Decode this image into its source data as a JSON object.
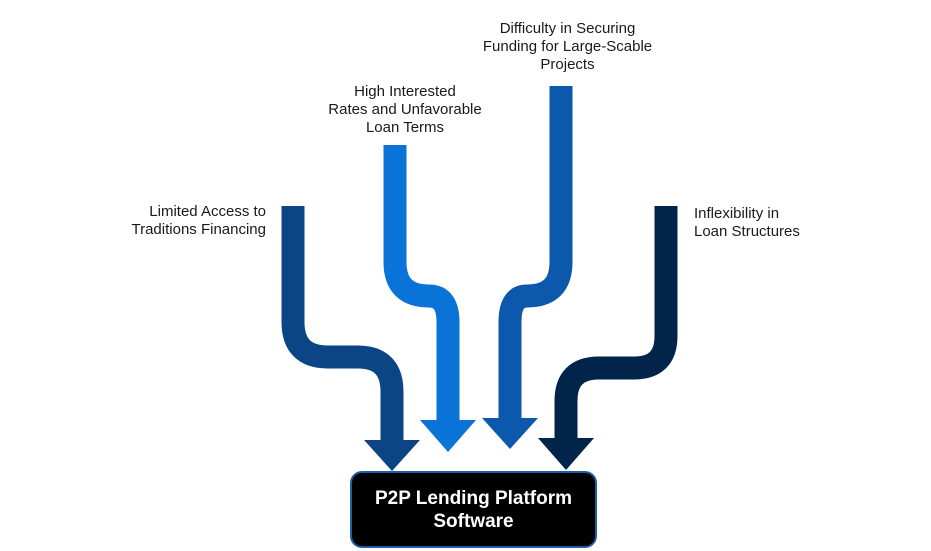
{
  "diagram": {
    "factors": [
      {
        "id": "limited",
        "text": "Limited Access to\nTraditions Financing",
        "color": "#0b4585"
      },
      {
        "id": "high-rates",
        "text": "High Interested\nRates and Unfavorable\nLoan Terms",
        "color": "#0a73d8"
      },
      {
        "id": "difficulty",
        "text": "Difficulty in Securing\nFunding for Large-Scable\nProjects",
        "color": "#0b58ac"
      },
      {
        "id": "inflex",
        "text": "Inflexibility in\nLoan Structures",
        "color": "#03244a"
      }
    ],
    "target": {
      "text": "P2P Lending Platform Software",
      "fill": "#000000",
      "border": "#1a5fa8"
    }
  }
}
